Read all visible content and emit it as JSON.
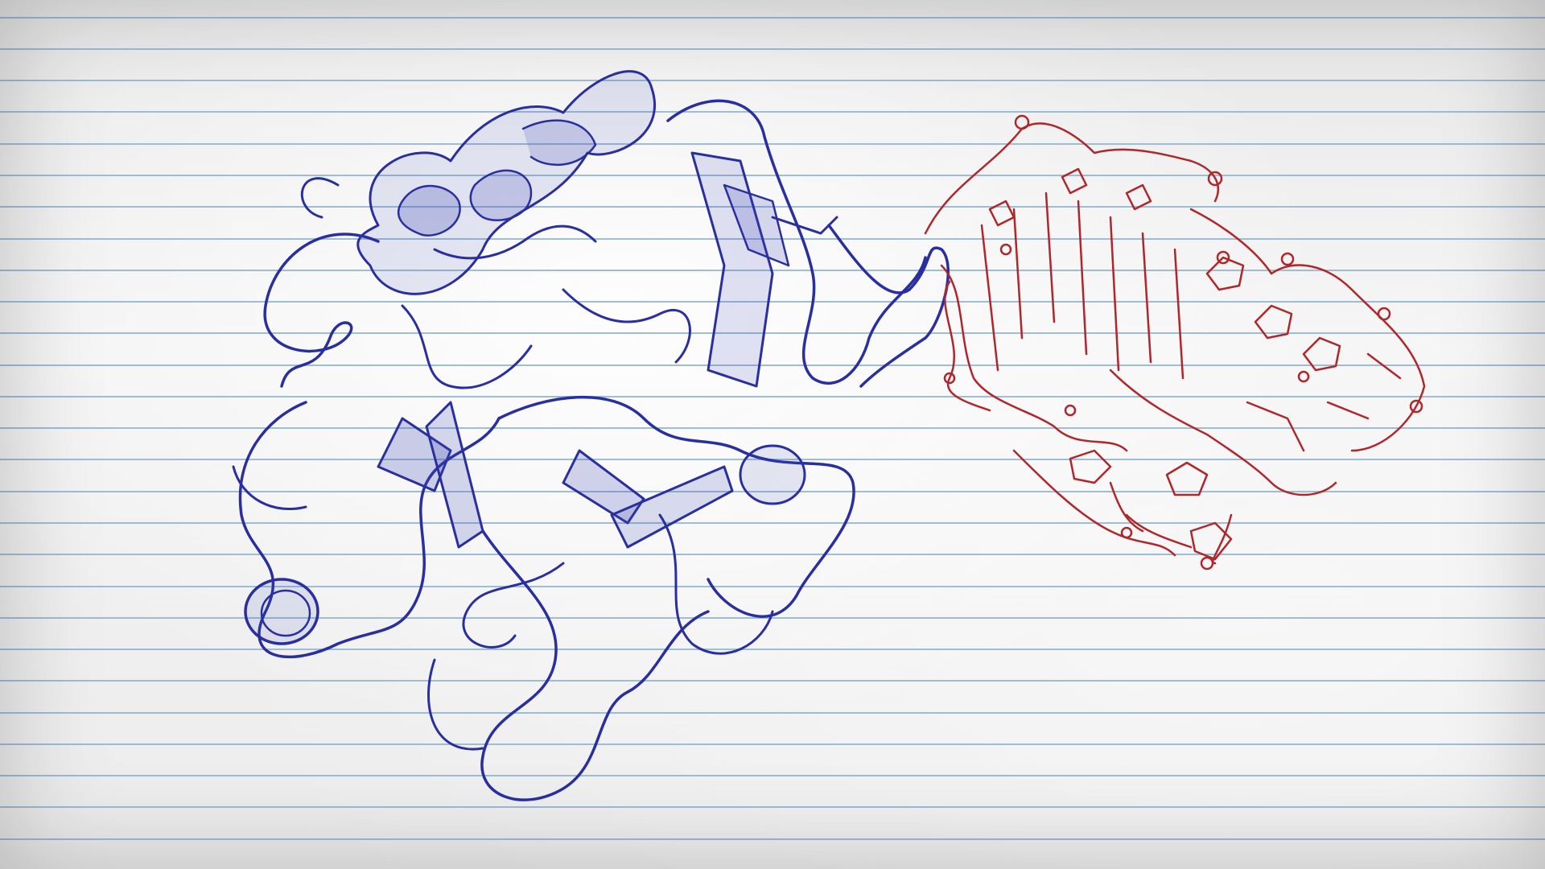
{
  "scene": {
    "description_free": true,
    "paper": {
      "background": "#ededed",
      "rule_color": "#8fb3d1",
      "rule_count": 27
    },
    "drawings": [
      {
        "name": "protein-ribbon-sketch",
        "ink_color": "#2a2fa0"
      },
      {
        "name": "nucleic-acid-sketch",
        "ink_color": "#b0262a"
      }
    ]
  }
}
